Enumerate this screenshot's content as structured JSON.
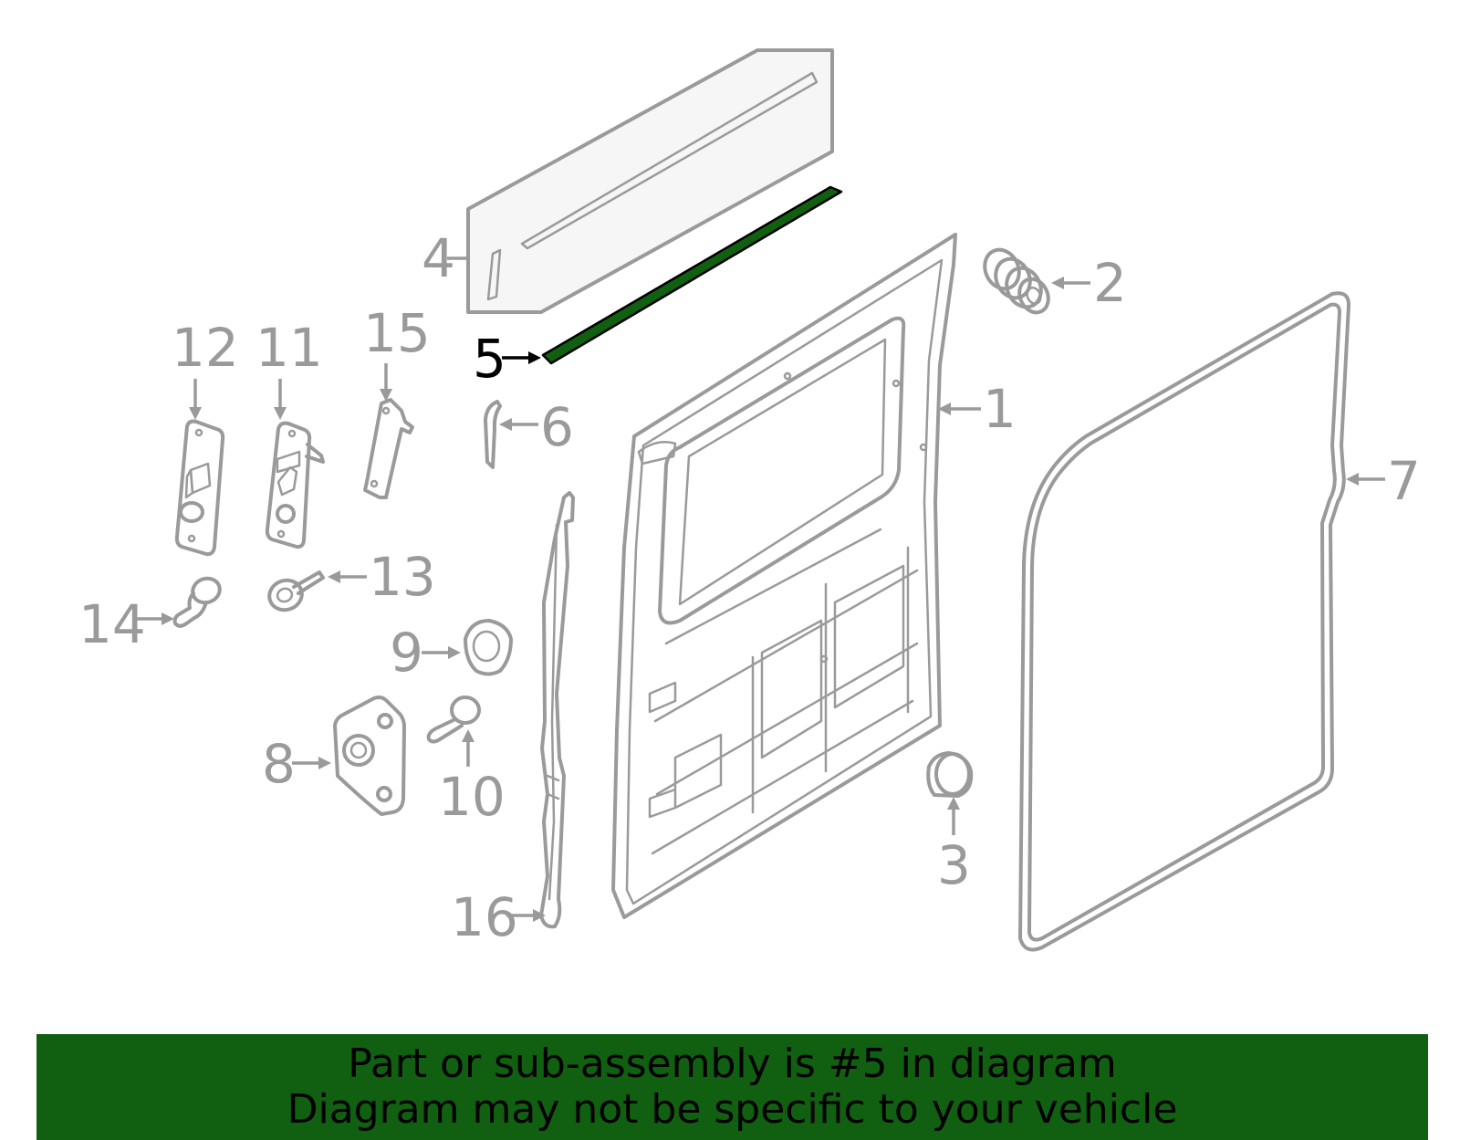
{
  "callouts": {
    "c1": "1",
    "c2": "2",
    "c3": "3",
    "c4": "4",
    "c5": "5",
    "c6": "6",
    "c7": "7",
    "c8": "8",
    "c9": "9",
    "c10": "10",
    "c11": "11",
    "c12": "12",
    "c13": "13",
    "c14": "14",
    "c15": "15",
    "c16": "16"
  },
  "highlighted_part": "5",
  "colors": {
    "highlight": "#116011",
    "banner_background": "#116011",
    "part_lines": "#9a9a9a",
    "highlight_label": "#000000"
  },
  "banner": {
    "line1": "Part or sub-assembly is #5 in diagram",
    "line2": "Diagram may not be specific to your vehicle"
  }
}
